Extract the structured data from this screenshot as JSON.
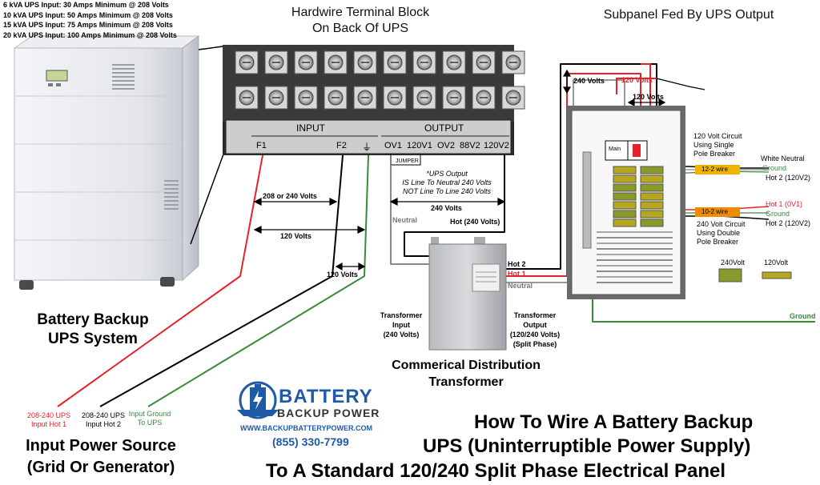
{
  "requirements": [
    "6 kVA UPS Input: 30 Amps Minimum @ 208 Volts",
    "10 kVA UPS Input: 50 Amps Minimum @ 208 Volts",
    "15 kVA UPS Input: 75 Amps Minimum @ 208 Volts",
    "20 kVA UPS Input: 100 Amps Minimum @ 208 Volts"
  ],
  "terminal_block": {
    "title_line1": "Hardwire Terminal Block",
    "title_line2": "On Back Of UPS",
    "input_label": "INPUT",
    "output_label": "OUTPUT",
    "terminals": [
      "F1",
      "F2",
      "⏚",
      "OV1",
      "120V1",
      "OV2",
      "88V2",
      "120V2"
    ],
    "jumper": "JUMPER"
  },
  "subpanel": {
    "title": "Subpanel Fed By UPS Output",
    "main_label": "Main",
    "v240": "240 Volts",
    "v120_top": "120 Volts",
    "v120_mid": "120 Volts",
    "circuit_120_l1": "120 Volt Circuit",
    "circuit_120_l2": "Using Single",
    "circuit_120_l3": "Pole Breaker",
    "wire_12_2": "12-2 wire",
    "white_neutral": "White Neutral",
    "ground_a": "Ground",
    "hot2_a": "Hot 2 (120V2)",
    "wire_10_2": "10-2 wire",
    "hot1_b": "Hot 1 (0V1)",
    "ground_b": "Ground",
    "hot2_b": "Hot 2 (120V2)",
    "circuit_240_l1": "240 Volt Circuit",
    "circuit_240_l2": "Using Double",
    "circuit_240_l3": "Pole Breaker",
    "legend_240": "240Volt",
    "legend_120": "120Volt",
    "ground_out": "Ground"
  },
  "ups": {
    "label_line1": "Battery Backup",
    "label_line2": "UPS System"
  },
  "measurements": {
    "v208_240": "208 or 240 Volts",
    "v120_a": "120 Volts",
    "v120_b": "120 Volts",
    "ups_note1": "*UPS Output",
    "ups_note2": "IS Line To Neutral 240 Volts",
    "ups_note3": "NOT Line To Line 240 Volts",
    "v240_out": "240 Volts",
    "neutral": "Neutral",
    "hot_240": "Hot (240 Volts)"
  },
  "transformer": {
    "hot2": "Hot 2",
    "hot1": "Hot 1",
    "neutral": "Neutral",
    "input_l1": "Transformer",
    "input_l2": "Input",
    "input_l3": "(240 Volts)",
    "output_l1": "Transformer",
    "output_l2": "Output",
    "output_l3": "(120/240 Volts)",
    "output_l4": "(Split Phase)",
    "title_l1": "Commerical Distribution",
    "title_l2": "Transformer"
  },
  "input_source": {
    "hot1_l1": "208-240 UPS",
    "hot1_l2": "Input Hot 1",
    "hot2_l1": "208-240 UPS",
    "hot2_l2": "Input Hot 2",
    "gnd_l1": "Input Ground",
    "gnd_l2": "To UPS",
    "title_l1": "Input Power Source",
    "title_l2": "(Grid Or Generator)"
  },
  "brand": {
    "name_l1": "BATTERY",
    "name_l2": "BACKUP POWER",
    "url": "WWW.BACKUPBATTERYPOWER.COM",
    "phone": "(855) 330-7799"
  },
  "main_title": {
    "line1": "How To Wire A Battery Backup",
    "line2": "UPS (Uninterruptible Power Supply)",
    "line3": "To A Standard 120/240 Split Phase Electrical Panel"
  },
  "colors": {
    "hot_red": "#e8202a",
    "ground_green": "#3a8a3a",
    "neutral_gray": "#888888",
    "breaker_120": "#b6a81e",
    "breaker_240": "#8a9a2a",
    "brand_blue": "#1f5aa6"
  }
}
